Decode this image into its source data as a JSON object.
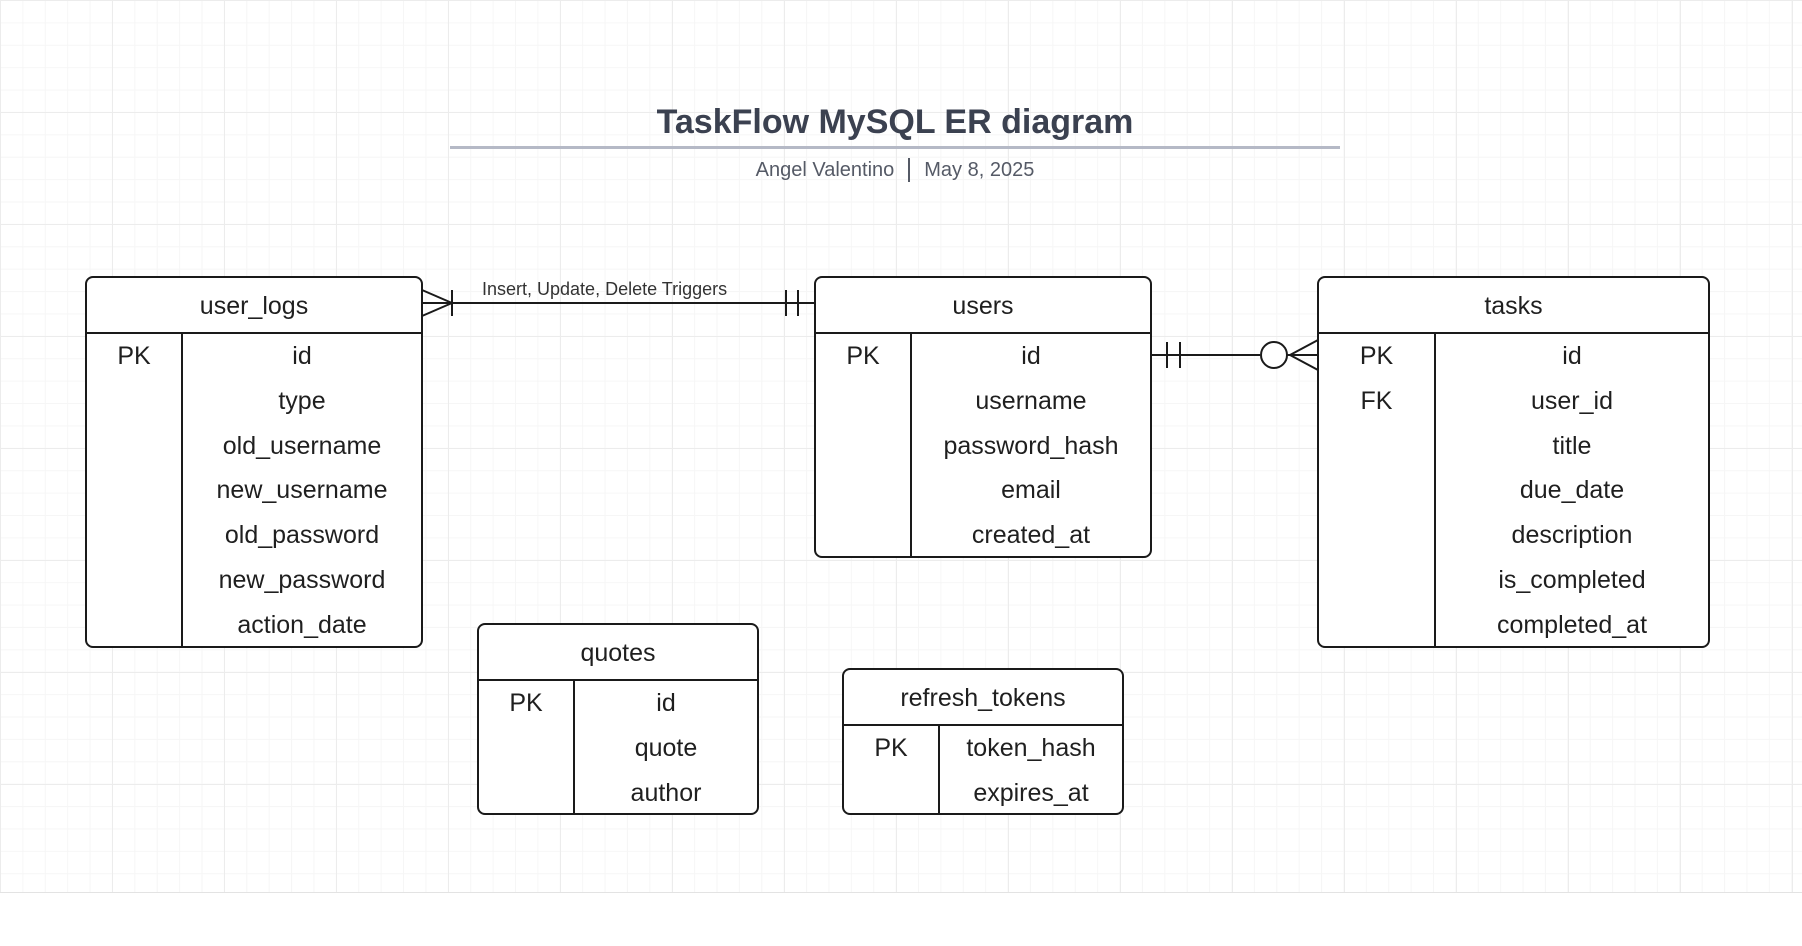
{
  "title": "TaskFlow MySQL ER diagram",
  "author": "Angel Valentino",
  "date": "May 8, 2025",
  "relationship_label": "Insert, Update, Delete Triggers",
  "entities": {
    "user_logs": {
      "name": "user_logs",
      "keys": [
        "PK",
        "",
        "",
        "",
        "",
        "",
        ""
      ],
      "fields": [
        "id",
        "type",
        "old_username",
        "new_username",
        "old_password",
        "new_password",
        "action_date"
      ]
    },
    "users": {
      "name": "users",
      "keys": [
        "PK",
        "",
        "",
        "",
        ""
      ],
      "fields": [
        "id",
        "username",
        "password_hash",
        "email",
        "created_at"
      ]
    },
    "tasks": {
      "name": "tasks",
      "keys": [
        "PK",
        "FK",
        "",
        "",
        "",
        "",
        ""
      ],
      "fields": [
        "id",
        "user_id",
        "title",
        "due_date",
        "description",
        "is_completed",
        "completed_at"
      ]
    },
    "quotes": {
      "name": "quotes",
      "keys": [
        "PK",
        "",
        ""
      ],
      "fields": [
        "id",
        "quote",
        "author"
      ]
    },
    "refresh_tokens": {
      "name": "refresh_tokens",
      "keys": [
        "PK",
        ""
      ],
      "fields": [
        "token_hash",
        "expires_at"
      ]
    }
  }
}
